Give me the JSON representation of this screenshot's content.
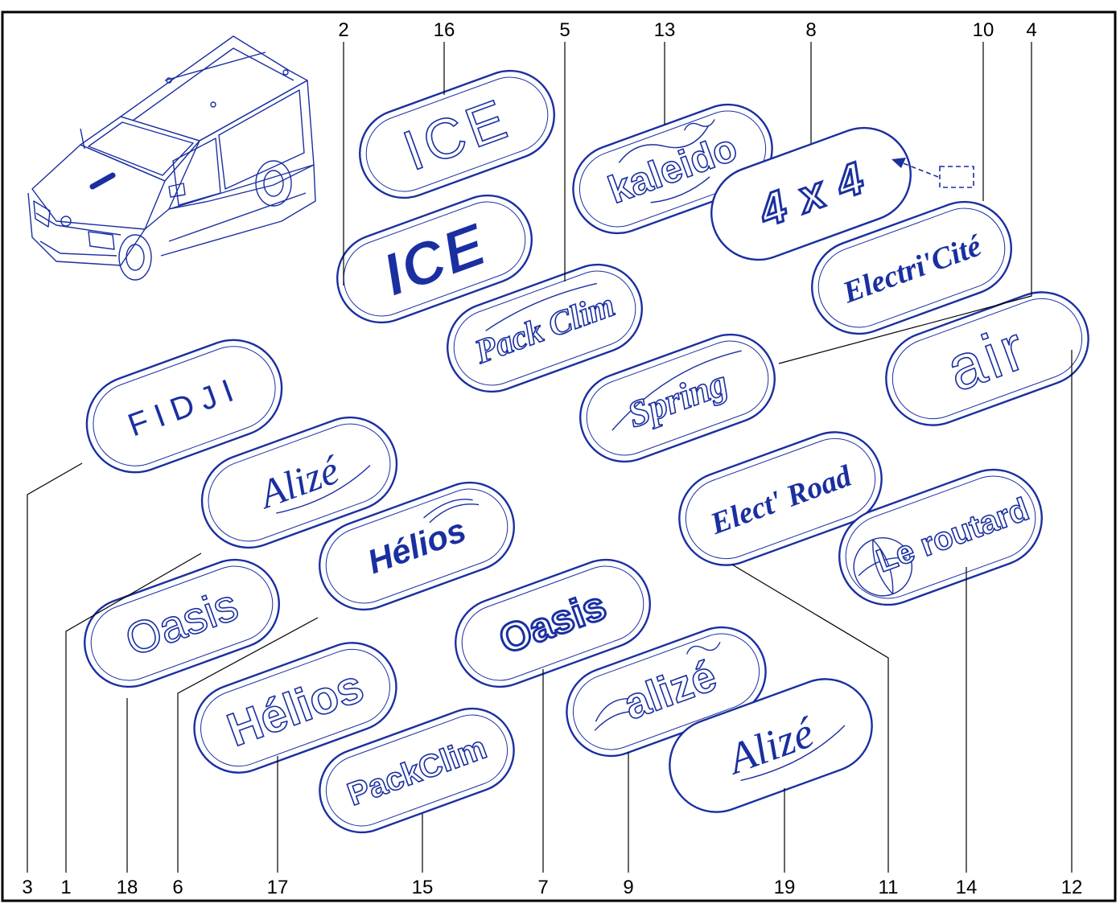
{
  "diagram": {
    "colors": {
      "line": "#1a2fa0",
      "frame": "#000000",
      "callout": "#000000"
    },
    "badges": [
      {
        "id": "fidji",
        "text": "FIDJI"
      },
      {
        "id": "alize-solid",
        "text": "Alizé"
      },
      {
        "id": "oasis-outline",
        "text": "Oasis"
      },
      {
        "id": "helios-solid",
        "text": "Hélios"
      },
      {
        "id": "helios-outline",
        "text": "Hélios"
      },
      {
        "id": "packclim-outline",
        "text": "PackClim"
      },
      {
        "id": "ice-outline",
        "text": "ICE"
      },
      {
        "id": "ice-solid",
        "text": "ICE"
      },
      {
        "id": "packclim-script",
        "text": "Pack Clim"
      },
      {
        "id": "oasis-solid",
        "text": "Oasis"
      },
      {
        "id": "kaleido",
        "text": "kaleido"
      },
      {
        "id": "spring",
        "text": "Spring"
      },
      {
        "id": "alize-floral",
        "text": "alizé"
      },
      {
        "id": "fourxfour",
        "text": "4 x 4"
      },
      {
        "id": "electricite",
        "text": "Electri'Cité"
      },
      {
        "id": "electroad",
        "text": "Elect' Road"
      },
      {
        "id": "alize-solid-2",
        "text": "Alizé"
      },
      {
        "id": "air",
        "text": "air"
      },
      {
        "id": "leroutard",
        "text": "Le routard"
      }
    ],
    "callouts": [
      "2",
      "16",
      "5",
      "13",
      "8",
      "10",
      "4",
      "3",
      "1",
      "18",
      "6",
      "17",
      "15",
      "7",
      "9",
      "19",
      "11",
      "14",
      "12"
    ]
  }
}
